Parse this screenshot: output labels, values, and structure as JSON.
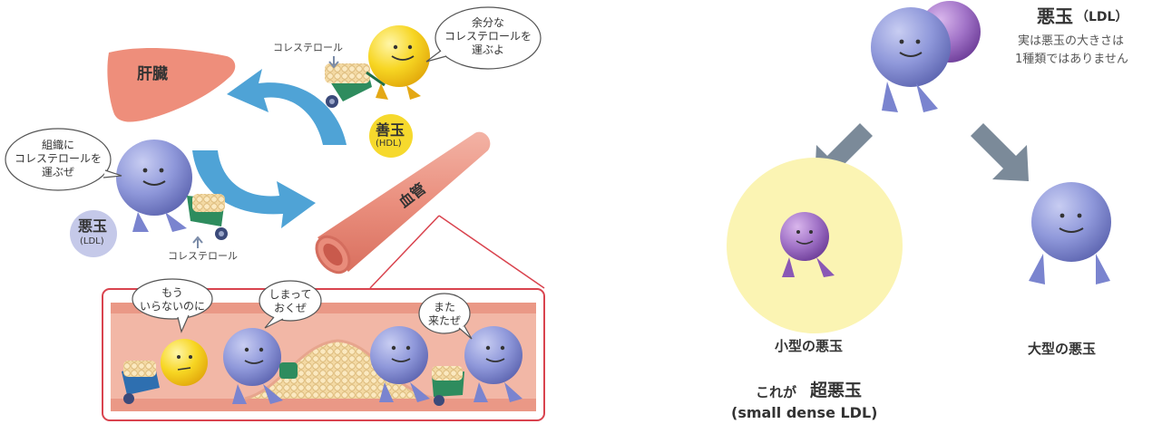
{
  "left": {
    "liver_label": "肝臓",
    "vessel_label": "血管",
    "hdl": {
      "label": "善玉",
      "sub": "(HDL)"
    },
    "ldl": {
      "label": "悪玉",
      "sub": "(LDL)"
    },
    "cholesterol_top": "コレステロール",
    "cholesterol_bottom": "コレステロール",
    "bubble_hdl": "余分な\nコレステロールを\n運ぶよ",
    "bubble_ldl": "組織に\nコレステロールを\n運ぶぜ",
    "inset": {
      "bubble_1": "もう\nいらないのに",
      "bubble_2": "しまって\nおくぜ",
      "bubble_3": "また\n来たぜ"
    }
  },
  "right": {
    "title_main": "悪玉",
    "title_sub": "（LDL）",
    "note_line1": "実は悪玉の大きさは",
    "note_line2": "1種類ではありません",
    "small_label": "小型の悪玉",
    "large_label": "大型の悪玉",
    "super_prefix": "これが",
    "super_main": "超悪玉",
    "super_en": "(small dense LDL)"
  },
  "colors": {
    "ldl": "#8d97d8",
    "small_ldl": "#9b6bc2",
    "hdl": "#f5d41e",
    "arrow_blue": "#4fa3d6",
    "arrow_gray": "#7b8a99",
    "vessel": "#ec9a8a",
    "liver": "#ee8e7b",
    "highlight": "#fbf4b3",
    "inset_border": "#d9434e"
  }
}
